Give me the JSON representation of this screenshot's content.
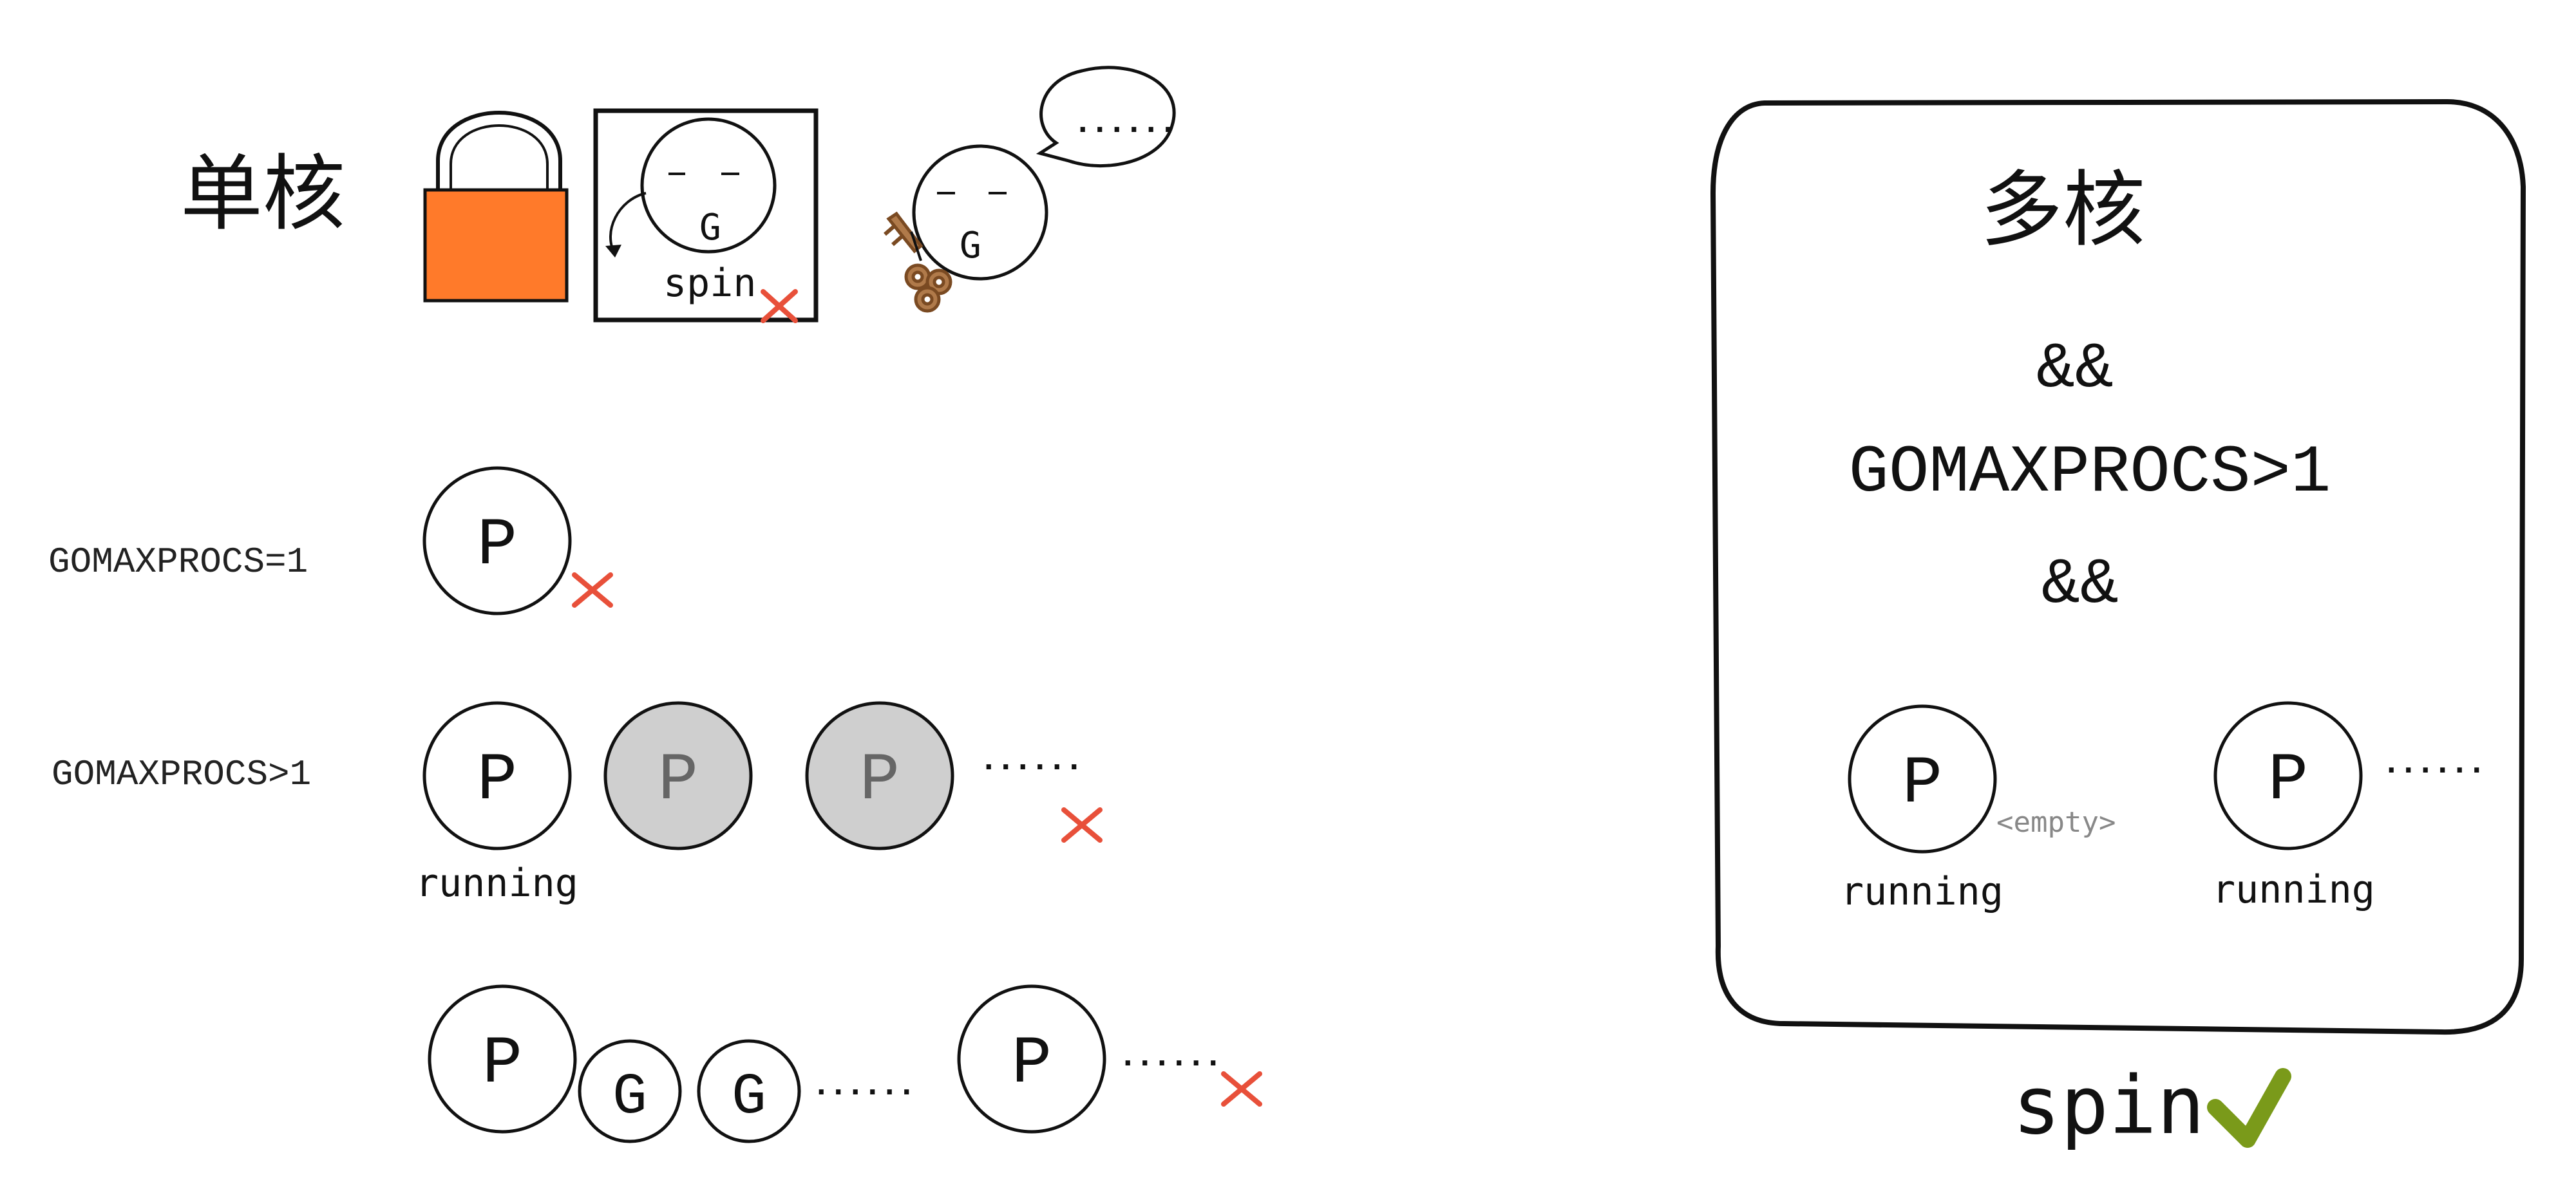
{
  "single_core": {
    "title": "单核",
    "face_label": "G",
    "spin_label": "spin",
    "speech_bubble": "......",
    "sleeper_label": "G"
  },
  "rows": {
    "gomaxprocs_eq_1": {
      "label": "GOMAXPROCS=1",
      "p_label": "P"
    },
    "gomaxprocs_gt_1": {
      "label": "GOMAXPROCS>1",
      "p_labels": [
        "P",
        "P",
        "P"
      ],
      "status": "running",
      "ellipsis": "......"
    },
    "local_queue": {
      "p_labels": [
        "P",
        "P"
      ],
      "g_labels": [
        "G",
        "G"
      ],
      "ellipsis_1": "......",
      "ellipsis_2": "......"
    }
  },
  "multi_core": {
    "title": "多核",
    "and_1": "&&",
    "condition": "GOMAXPROCS>1",
    "and_2": "&&",
    "p_labels": [
      "P",
      "P"
    ],
    "status_1": "running",
    "status_2": "running",
    "empty_tag": "<empty>",
    "ellipsis": "......",
    "result": "spin"
  },
  "colors": {
    "lock": "#ff7a2a",
    "cross": "#e8503a",
    "check": "#7a9a1a",
    "idle_p": "#cfcfcf",
    "key": "#b07a4a"
  }
}
